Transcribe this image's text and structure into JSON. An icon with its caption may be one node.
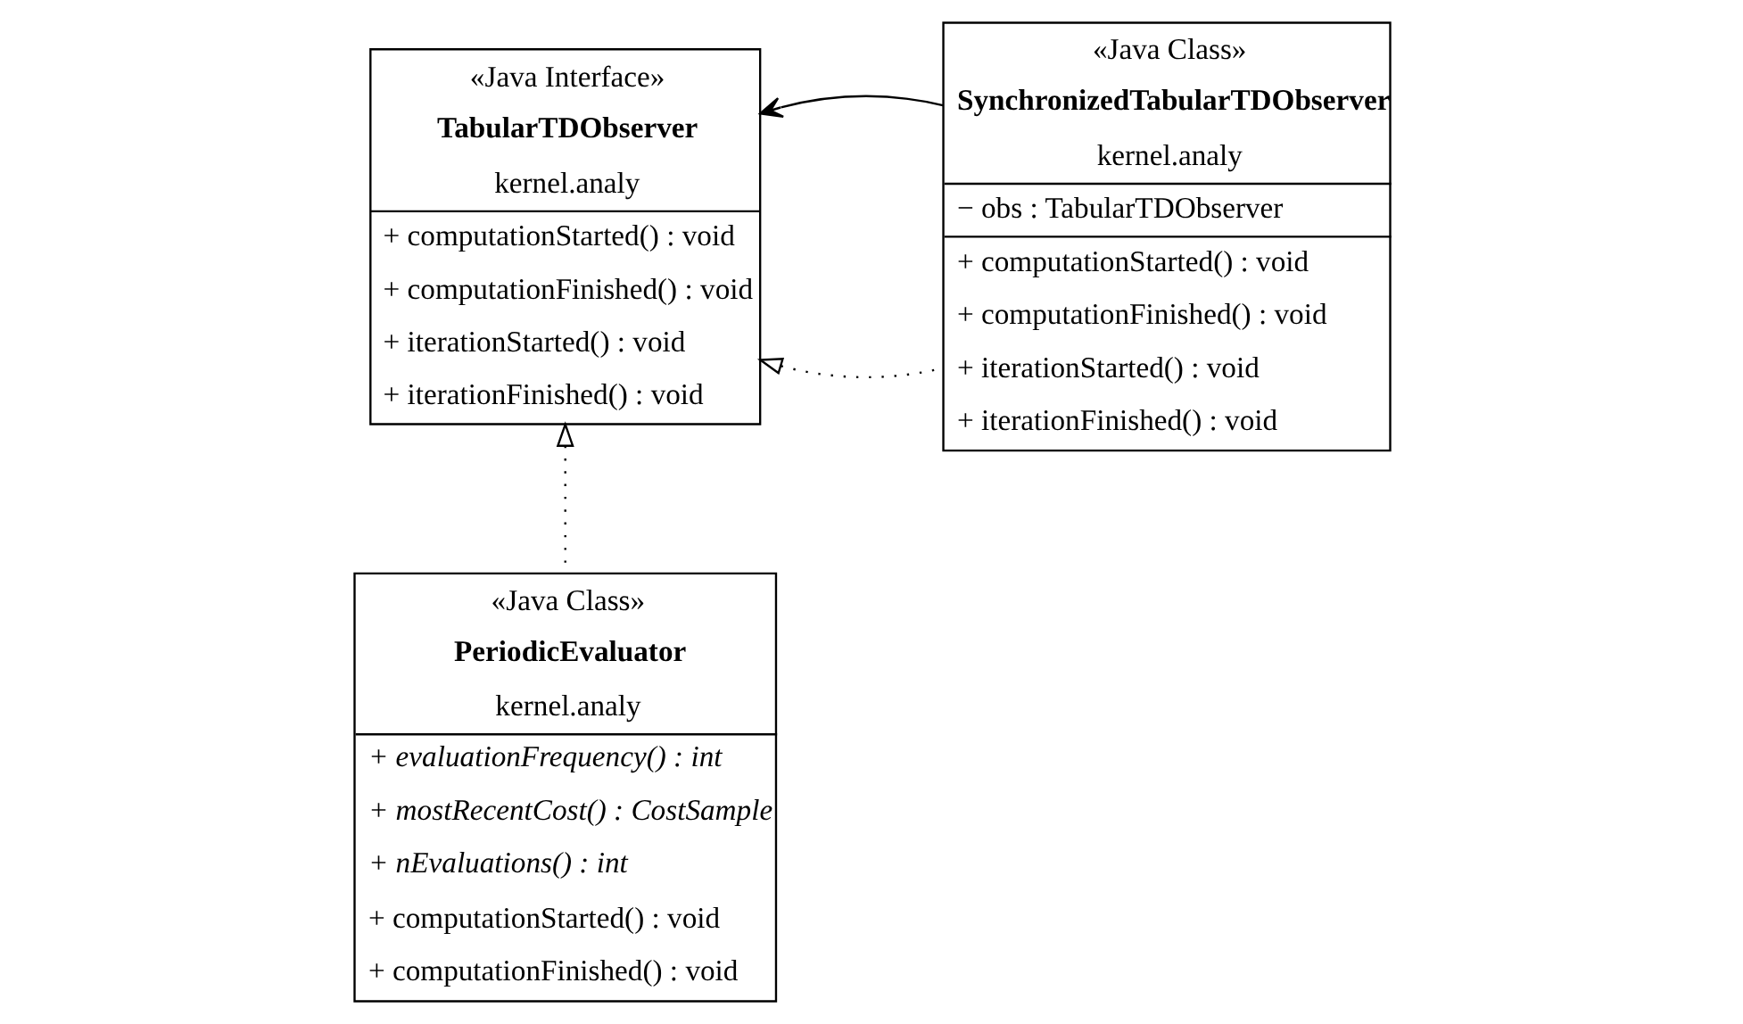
{
  "diagram": {
    "nodes": [
      {
        "text": [
          "«Java Interface»",
          "TabularTDObserver",
          "kernel.analy",
          "+ computationStarted() : void",
          "+ computationFinished() : void",
          "+ iterationStarted() : void",
          "+ iterationFinished() : void"
        ]
      },
      {
        "text": [
          "«Java Class»",
          "SynchronizedTabularTDObserver",
          "kernel.analy",
          "− obs : TabularTDObserver",
          "+ computationStarted() : void",
          "+ computationFinished() : void",
          "+ iterationStarted() : void",
          "+ iterationFinished() : void"
        ]
      },
      {
        "text": [
          "«Java Class»",
          "PeriodicEvaluator",
          "kernel.analy",
          "+ evaluationFrequency() : int",
          "+ mostRecentCost() : CostSample",
          "+ nEvaluations() : int",
          "+ computationStarted() : void",
          "+ computationFinished() : void"
        ]
      }
    ],
    "edges": [
      {
        "from": 1,
        "to": 0,
        "arrow": "to",
        "style": "dashed"
      },
      {
        "from": 1,
        "to": 0,
        "arrow": "to"
      },
      {
        "from": 2,
        "to": 0,
        "arrow": "to",
        "style": "dashed"
      }
    ]
  }
}
